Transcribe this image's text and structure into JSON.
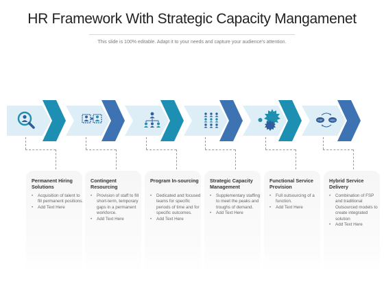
{
  "title": "HR Framework With Strategic Capacity Mangamenet",
  "subtitle": "This slide is 100% editable. Adapt it to your needs and capture your audience's attention.",
  "colors": {
    "band_light": "#ddeef6",
    "chevron_teal": "#1c8fb2",
    "chevron_blue": "#3d72b3",
    "icon_teal": "#1f8fb0",
    "icon_navy": "#2e5e9e"
  },
  "steps": [
    {
      "title": "Permanent Hiring Solutions",
      "icon": "magnifier-person-icon",
      "bullets": [
        "Acquisition of talent to fill permanent positions.",
        "Add Text Here"
      ]
    },
    {
      "title": "Contingent Resourcing",
      "icon": "team-puzzle-icon",
      "bullets": [
        "Provision of staff to fill short-term, temporary gaps in a permanent workforce.",
        "Add Text Here"
      ]
    },
    {
      "title": "Program In-sourcing",
      "icon": "org-chart-icon",
      "bullets": [
        "Dedicated and focused teams for specific periods of time and for specific outcomes.",
        "Add Text Here"
      ]
    },
    {
      "title": "Strategic Capacity Management",
      "icon": "people-grid-icon",
      "bullets": [
        "Supplementary staffing to meet the peaks and troughs of demand.",
        "Add Text Here"
      ]
    },
    {
      "title": "Functional Service Provision",
      "icon": "gear-badges-icon",
      "bullets": [
        "Full outsourcing of a function.",
        "Add Text Here"
      ]
    },
    {
      "title": "Hybrid Service Delivery",
      "icon": "fsp-cycle-icon",
      "icon_labels": [
        "FSP",
        "HSD"
      ],
      "bullets": [
        "Combination of FSP and traditional Outsourced models to create integrated solution",
        "Add Text Here"
      ]
    }
  ]
}
